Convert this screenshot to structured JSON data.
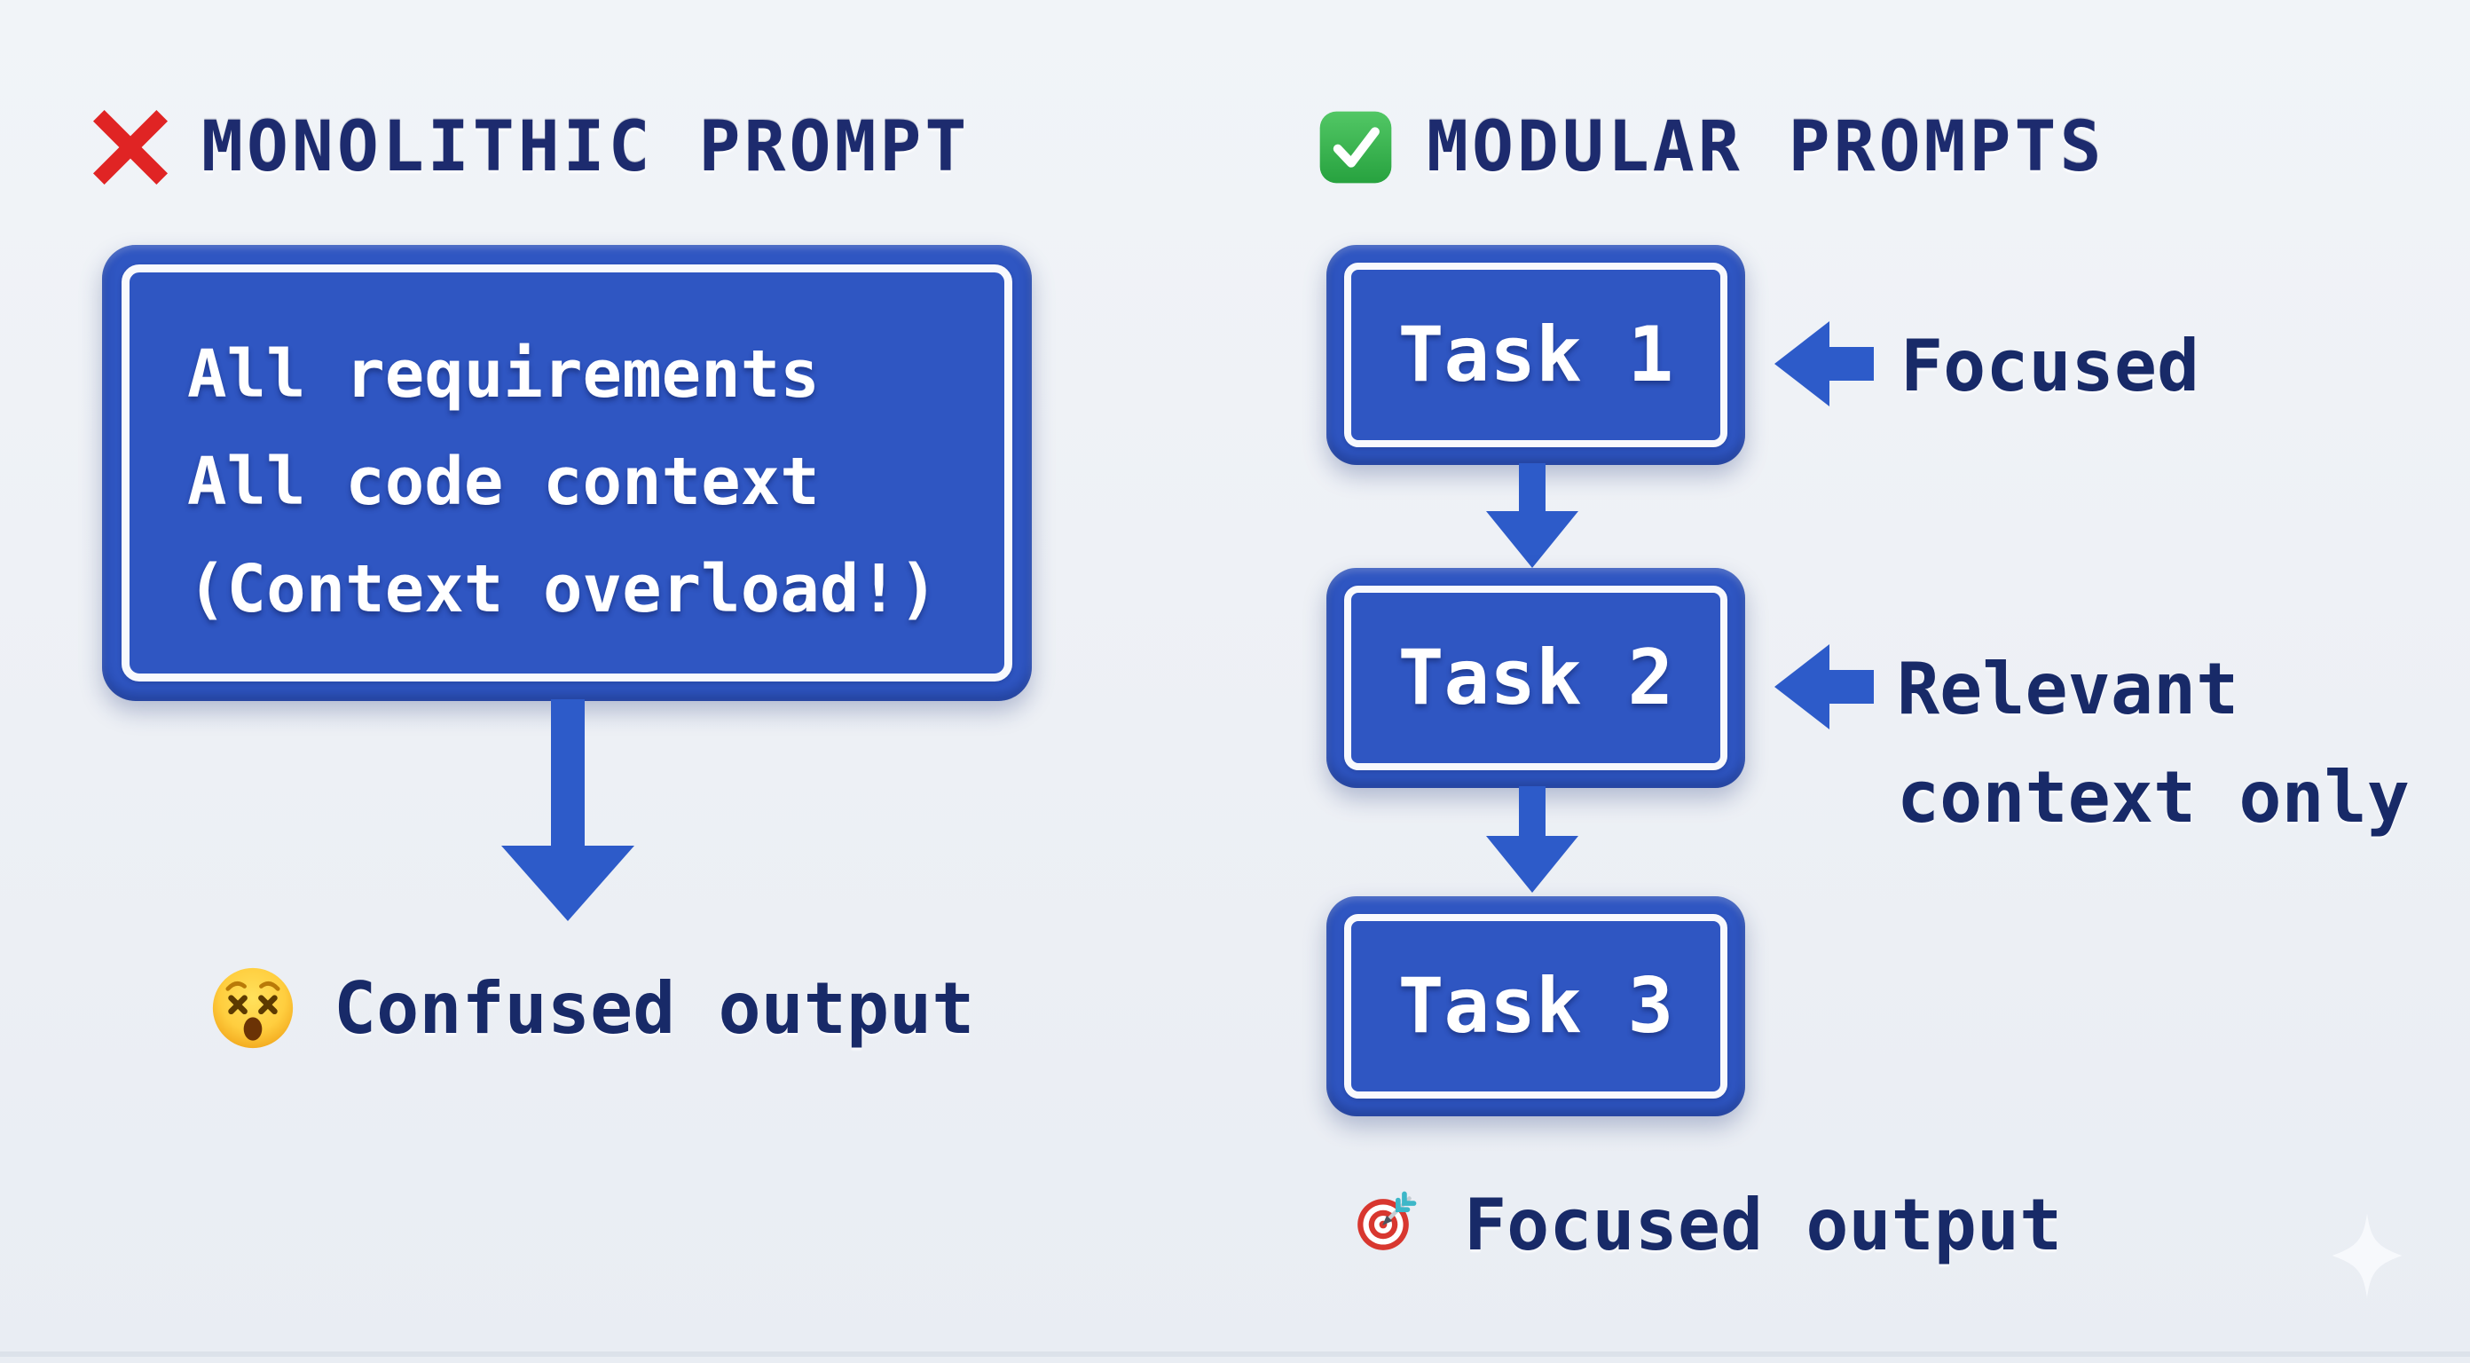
{
  "colors": {
    "background": "#eef1f6",
    "box_blue": "#2f56c2",
    "arrow_blue": "#2d5bc9",
    "title_navy": "#1d2b6e",
    "text_navy": "#182a68",
    "cross_red": "#e02424",
    "check_green": "#33b54a",
    "white": "#ffffff"
  },
  "left_panel": {
    "title": "MONOLITHIC PROMPT",
    "title_icon": "cross-mark-icon",
    "prompt_box_lines": [
      "All requirements",
      "All code context",
      "(Context overload!)"
    ],
    "output_icon": "dizzy-face-icon",
    "output_label": "Confused output"
  },
  "right_panel": {
    "title": "MODULAR PROMPTS",
    "title_icon": "check-mark-icon",
    "tasks": [
      {
        "label": "Task 1"
      },
      {
        "label": "Task 2"
      },
      {
        "label": "Task 3"
      }
    ],
    "annotations": [
      {
        "for_task": "Task 1",
        "lines": [
          "Focused"
        ]
      },
      {
        "for_task": "Task 2",
        "lines": [
          "Relevant",
          "context only"
        ]
      }
    ],
    "output_icon": "target-icon",
    "output_label": "Focused output"
  },
  "decorations": {
    "sparkle_icon": "sparkle-icon"
  }
}
